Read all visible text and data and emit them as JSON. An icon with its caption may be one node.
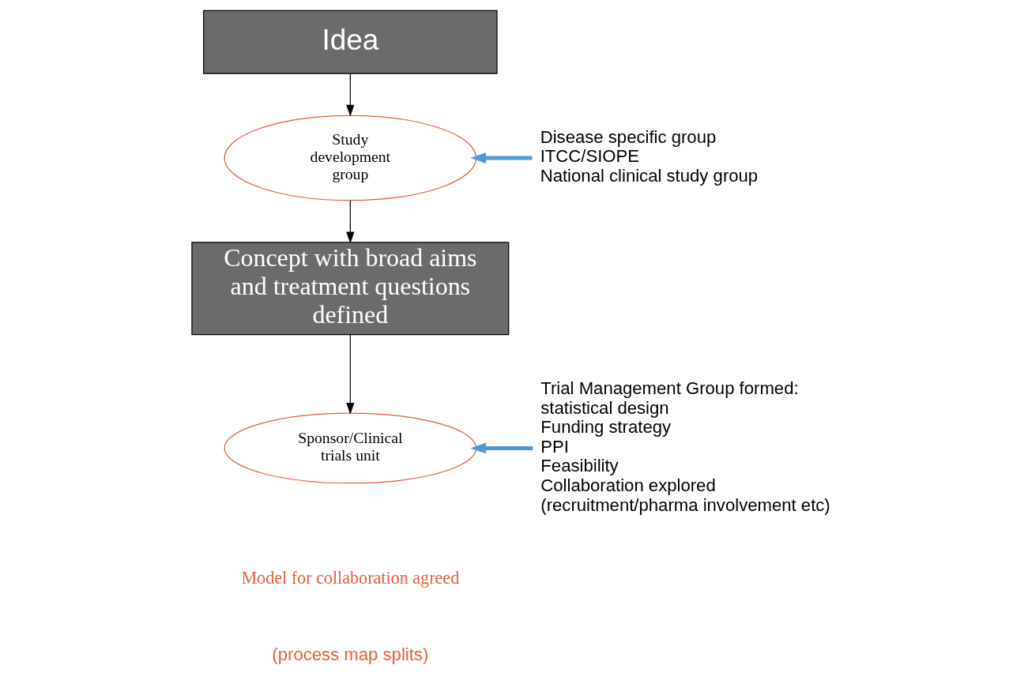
{
  "diagram": {
    "nodes": [
      {
        "text": [
          "Idea"
        ]
      },
      {
        "text": [
          "Study development group"
        ]
      },
      {
        "text": [
          "Concept with broad aims and treatment questions defined"
        ]
      },
      {
        "text": [
          "Sponsor/Clinical trials unit"
        ]
      },
      {
        "text": [
          "Disease specific group",
          "ITCC/SIOPE",
          "National clinical study group"
        ]
      },
      {
        "text": [
          "Trial Management Group formed:",
          "statistical design",
          "Funding strategy",
          "PPI",
          "Feasibility",
          "Collaboration explored (recruitment/pharma involvement etc)"
        ]
      }
    ],
    "edges": [
      {
        "from": 0,
        "to": 1,
        "arrow": "to"
      },
      {
        "from": 1,
        "to": 2,
        "arrow": "to"
      },
      {
        "from": 2,
        "to": 3,
        "arrow": "to"
      },
      {
        "from": 4,
        "to": 1,
        "arrow": "to",
        "color": "#4f9ad6",
        "style": "thick"
      },
      {
        "from": 5,
        "to": 3,
        "arrow": "to",
        "color": "#4f9ad6",
        "style": "thick"
      }
    ],
    "labels": [
      "Model for collaboration agreed",
      "(process map splits)"
    ]
  }
}
